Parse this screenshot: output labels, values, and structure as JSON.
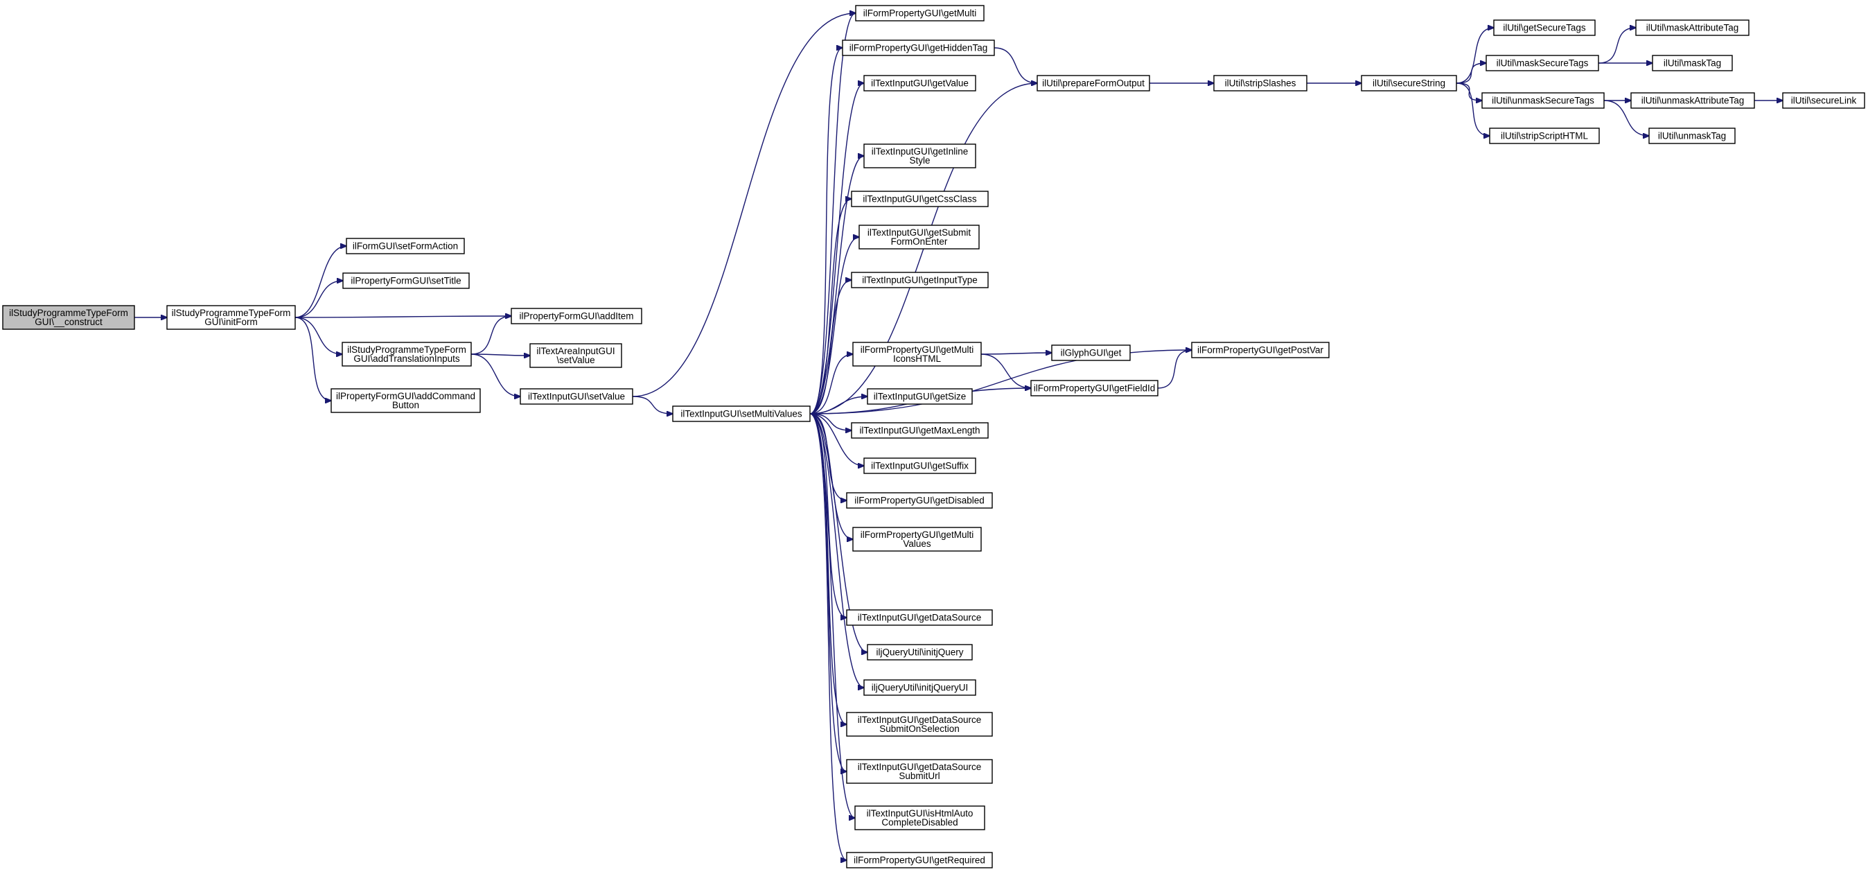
{
  "diagram": {
    "colors": {
      "edge": "#191970",
      "root_fill": "#bfbfbf",
      "node_fill": "#ffffff",
      "node_border": "#000000"
    },
    "nodes": [
      {
        "id": "n_construct",
        "lines": [
          "ilStudyProgrammeTypeForm",
          "GUI\\__construct"
        ],
        "root": true
      },
      {
        "id": "n_initForm",
        "lines": [
          "ilStudyProgrammeTypeForm",
          "GUI\\initForm"
        ]
      },
      {
        "id": "n_setFormAction",
        "lines": [
          "ilFormGUI\\setFormAction"
        ]
      },
      {
        "id": "n_setTitle",
        "lines": [
          "ilPropertyFormGUI\\setTitle"
        ]
      },
      {
        "id": "n_addItem",
        "lines": [
          "ilPropertyFormGUI\\addItem"
        ]
      },
      {
        "id": "n_addTranslationInputs",
        "lines": [
          "ilStudyProgrammeTypeForm",
          "GUI\\addTranslationInputs"
        ]
      },
      {
        "id": "n_addCommandButton",
        "lines": [
          "ilPropertyFormGUI\\addCommand",
          "Button"
        ]
      },
      {
        "id": "n_textAreaSetValue",
        "lines": [
          "ilTextAreaInputGUI",
          "\\setValue"
        ]
      },
      {
        "id": "n_setValue",
        "lines": [
          "ilTextInputGUI\\setValue"
        ]
      },
      {
        "id": "n_setMultiValues",
        "lines": [
          "ilTextInputGUI\\setMultiValues"
        ]
      },
      {
        "id": "n_getMulti",
        "lines": [
          "ilFormPropertyGUI\\getMulti"
        ]
      },
      {
        "id": "n_getHiddenTag",
        "lines": [
          "ilFormPropertyGUI\\getHiddenTag"
        ]
      },
      {
        "id": "n_getValue",
        "lines": [
          "ilTextInputGUI\\getValue"
        ]
      },
      {
        "id": "n_getInlineStyle",
        "lines": [
          "ilTextInputGUI\\getInline",
          "Style"
        ]
      },
      {
        "id": "n_getCssClass",
        "lines": [
          "ilTextInputGUI\\getCssClass"
        ]
      },
      {
        "id": "n_getSubmitFormOnEnter",
        "lines": [
          "ilTextInputGUI\\getSubmit",
          "FormOnEnter"
        ]
      },
      {
        "id": "n_getInputType",
        "lines": [
          "ilTextInputGUI\\getInputType"
        ]
      },
      {
        "id": "n_getMultiIconsHTML",
        "lines": [
          "ilFormPropertyGUI\\getMulti",
          "IconsHTML"
        ]
      },
      {
        "id": "n_getSize",
        "lines": [
          "ilTextInputGUI\\getSize"
        ]
      },
      {
        "id": "n_getMaxLength",
        "lines": [
          "ilTextInputGUI\\getMaxLength"
        ]
      },
      {
        "id": "n_getSuffix",
        "lines": [
          "ilTextInputGUI\\getSuffix"
        ]
      },
      {
        "id": "n_getDisabled",
        "lines": [
          "ilFormPropertyGUI\\getDisabled"
        ]
      },
      {
        "id": "n_getMultiValues",
        "lines": [
          "ilFormPropertyGUI\\getMulti",
          "Values"
        ]
      },
      {
        "id": "n_getDataSource",
        "lines": [
          "ilTextInputGUI\\getDataSource"
        ]
      },
      {
        "id": "n_initjQuery",
        "lines": [
          "iljQueryUtil\\initjQuery"
        ]
      },
      {
        "id": "n_initjQueryUI",
        "lines": [
          "iljQueryUtil\\initjQueryUI"
        ]
      },
      {
        "id": "n_getDataSourceSubmitOnSelection",
        "lines": [
          "ilTextInputGUI\\getDataSource",
          "SubmitOnSelection"
        ]
      },
      {
        "id": "n_getDataSourceSubmitUrl",
        "lines": [
          "ilTextInputGUI\\getDataSource",
          "SubmitUrl"
        ]
      },
      {
        "id": "n_isHtmlAutoCompleteDisabled",
        "lines": [
          "ilTextInputGUI\\isHtmlAuto",
          "CompleteDisabled"
        ]
      },
      {
        "id": "n_getRequired",
        "lines": [
          "ilFormPropertyGUI\\getRequired"
        ]
      },
      {
        "id": "n_prepareFormOutput",
        "lines": [
          "ilUtil\\prepareFormOutput"
        ]
      },
      {
        "id": "n_glyphGet",
        "lines": [
          "ilGlyphGUI\\get"
        ]
      },
      {
        "id": "n_getFieldId",
        "lines": [
          "ilFormPropertyGUI\\getFieldId"
        ]
      },
      {
        "id": "n_getPostVar",
        "lines": [
          "ilFormPropertyGUI\\getPostVar"
        ]
      },
      {
        "id": "n_stripSlashes",
        "lines": [
          "ilUtil\\stripSlashes"
        ]
      },
      {
        "id": "n_secureString",
        "lines": [
          "ilUtil\\secureString"
        ]
      },
      {
        "id": "n_getSecureTags",
        "lines": [
          "ilUtil\\getSecureTags"
        ]
      },
      {
        "id": "n_maskSecureTags",
        "lines": [
          "ilUtil\\maskSecureTags"
        ]
      },
      {
        "id": "n_unmaskSecureTags",
        "lines": [
          "ilUtil\\unmaskSecureTags"
        ]
      },
      {
        "id": "n_stripScriptHTML",
        "lines": [
          "ilUtil\\stripScriptHTML"
        ]
      },
      {
        "id": "n_maskAttributeTag",
        "lines": [
          "ilUtil\\maskAttributeTag"
        ]
      },
      {
        "id": "n_maskTag",
        "lines": [
          "ilUtil\\maskTag"
        ]
      },
      {
        "id": "n_unmaskAttributeTag",
        "lines": [
          "ilUtil\\unmaskAttributeTag"
        ]
      },
      {
        "id": "n_unmaskTag",
        "lines": [
          "ilUtil\\unmaskTag"
        ]
      },
      {
        "id": "n_secureLink",
        "lines": [
          "ilUtil\\secureLink"
        ]
      }
    ],
    "edges": [
      [
        "n_construct",
        "n_initForm"
      ],
      [
        "n_initForm",
        "n_setFormAction"
      ],
      [
        "n_initForm",
        "n_setTitle"
      ],
      [
        "n_initForm",
        "n_addItem"
      ],
      [
        "n_initForm",
        "n_addTranslationInputs"
      ],
      [
        "n_initForm",
        "n_addCommandButton"
      ],
      [
        "n_addTranslationInputs",
        "n_addItem"
      ],
      [
        "n_addTranslationInputs",
        "n_textAreaSetValue"
      ],
      [
        "n_addTranslationInputs",
        "n_setValue"
      ],
      [
        "n_setValue",
        "n_getMulti"
      ],
      [
        "n_setValue",
        "n_setMultiValues"
      ],
      [
        "n_setMultiValues",
        "n_getMulti"
      ],
      [
        "n_setMultiValues",
        "n_getHiddenTag"
      ],
      [
        "n_setMultiValues",
        "n_getValue"
      ],
      [
        "n_setMultiValues",
        "n_prepareFormOutput"
      ],
      [
        "n_setMultiValues",
        "n_getInlineStyle"
      ],
      [
        "n_setMultiValues",
        "n_getCssClass"
      ],
      [
        "n_setMultiValues",
        "n_getSubmitFormOnEnter"
      ],
      [
        "n_setMultiValues",
        "n_getInputType"
      ],
      [
        "n_setMultiValues",
        "n_getPostVar"
      ],
      [
        "n_setMultiValues",
        "n_getMultiIconsHTML"
      ],
      [
        "n_setMultiValues",
        "n_getSize"
      ],
      [
        "n_setMultiValues",
        "n_getMaxLength"
      ],
      [
        "n_setMultiValues",
        "n_getSuffix"
      ],
      [
        "n_setMultiValues",
        "n_getDisabled"
      ],
      [
        "n_setMultiValues",
        "n_getMultiValues"
      ],
      [
        "n_setMultiValues",
        "n_getFieldId"
      ],
      [
        "n_setMultiValues",
        "n_getDataSource"
      ],
      [
        "n_setMultiValues",
        "n_initjQuery"
      ],
      [
        "n_setMultiValues",
        "n_initjQueryUI"
      ],
      [
        "n_setMultiValues",
        "n_getDataSourceSubmitOnSelection"
      ],
      [
        "n_setMultiValues",
        "n_getDataSourceSubmitUrl"
      ],
      [
        "n_setMultiValues",
        "n_isHtmlAutoCompleteDisabled"
      ],
      [
        "n_setMultiValues",
        "n_getRequired"
      ],
      [
        "n_getHiddenTag",
        "n_prepareFormOutput"
      ],
      [
        "n_getMultiIconsHTML",
        "n_glyphGet"
      ],
      [
        "n_getMultiIconsHTML",
        "n_getFieldId"
      ],
      [
        "n_getFieldId",
        "n_getPostVar"
      ],
      [
        "n_prepareFormOutput",
        "n_stripSlashes"
      ],
      [
        "n_stripSlashes",
        "n_secureString"
      ],
      [
        "n_secureString",
        "n_getSecureTags"
      ],
      [
        "n_secureString",
        "n_maskSecureTags"
      ],
      [
        "n_secureString",
        "n_unmaskSecureTags"
      ],
      [
        "n_secureString",
        "n_stripScriptHTML"
      ],
      [
        "n_maskSecureTags",
        "n_maskAttributeTag"
      ],
      [
        "n_maskSecureTags",
        "n_maskTag"
      ],
      [
        "n_unmaskSecureTags",
        "n_unmaskAttributeTag"
      ],
      [
        "n_unmaskSecureTags",
        "n_unmaskTag"
      ],
      [
        "n_unmaskAttributeTag",
        "n_secureLink"
      ]
    ]
  }
}
